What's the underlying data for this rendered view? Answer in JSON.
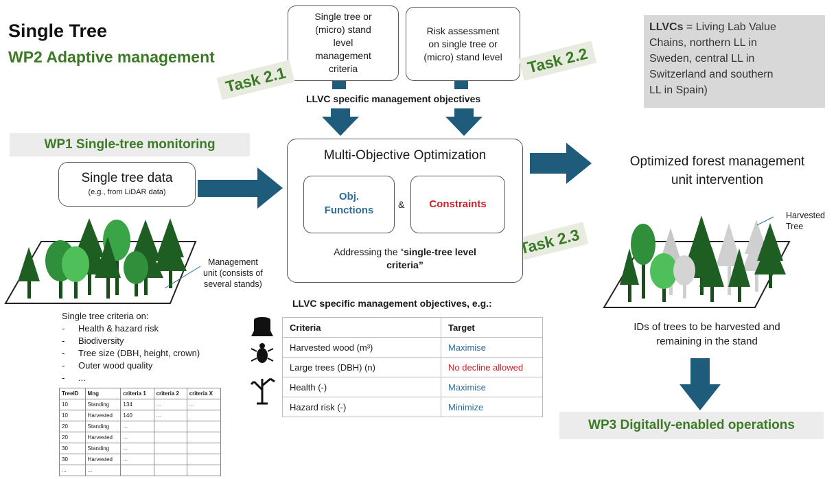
{
  "title": "Single Tree",
  "subtitle": "WP2 Adaptive management",
  "task21": {
    "line1": "Single tree or",
    "line2": "(micro) stand",
    "line3": "level",
    "line4": "management",
    "line5": "criteria"
  },
  "task22": {
    "line1": "Risk assessment",
    "line2": "on single tree or",
    "line3": "(micro) stand level"
  },
  "task_labels": {
    "t21": "Task 2.1",
    "t22": "Task 2.2",
    "t23": "Task 2.3"
  },
  "llvc_objectives_label": "LLVC specific management objectives",
  "llvc_note": {
    "bold": "LLVCs",
    "rest1": " = Living Lab Value",
    "line2": "Chains, northern LL in",
    "line3": "Sweden, central LL in",
    "line4": "Switzerland and southern",
    "line5": "LL in Spain)"
  },
  "wp1": "WP1 Single-tree monitoring",
  "single_tree_data": {
    "title": "Single tree data",
    "sub": "(e.g., from LiDAR data)"
  },
  "moo": {
    "title": "Multi-Objective Optimization",
    "obj1": "Obj.",
    "obj2": "Functions",
    "amp": "&",
    "constraints": "Constraints",
    "addr1": "Addressing the “",
    "addr_bold1": "single-tree level",
    "addr_bold2": "criteria",
    "addr_end": "”"
  },
  "optimized": {
    "line1": "Optimized forest management",
    "line2": "unit intervention"
  },
  "harvested_tree": {
    "line1": "Harvested",
    "line2": "Tree"
  },
  "mgmt_unit": {
    "line1": "Management",
    "line2": "unit (consists of",
    "line3": "several stands)"
  },
  "criteria_list": {
    "heading": "Single tree criteria on:",
    "items": [
      "Health & hazard risk",
      "Biodiversity",
      "Tree size (DBH, height, crown)",
      "Outer wood quality",
      "..."
    ]
  },
  "small_table": {
    "headers": [
      "TreeID",
      "Mng",
      "criteria 1",
      "criteria 2",
      "criteria X"
    ],
    "rows": [
      [
        "10",
        "Standing",
        "134",
        "...",
        "..."
      ],
      [
        "10",
        "Harvested",
        "140",
        "...",
        ""
      ],
      [
        "20",
        "Standing",
        "...",
        "",
        ""
      ],
      [
        "20",
        "Harvested",
        "...",
        "",
        ""
      ],
      [
        "30",
        "Standing",
        "...",
        "",
        ""
      ],
      [
        "30",
        "Harvested",
        "...",
        "",
        ""
      ],
      [
        "...",
        "...",
        "",
        "",
        ""
      ]
    ]
  },
  "objectives_table": {
    "heading": "LLVC specific management objectives, e.g.:",
    "headers": [
      "Criteria",
      "Target"
    ],
    "rows": [
      {
        "criteria": "Harvested wood (m³)",
        "target": "Maximise",
        "color": "#2e6e98"
      },
      {
        "criteria": "Large trees (DBH) (n)",
        "target": "No decline allowed",
        "color": "#d0202a"
      },
      {
        "criteria": "Health (-)",
        "target": "Maximise",
        "color": "#2e6e98"
      },
      {
        "criteria": "Hazard risk (-)",
        "target": "Minimize",
        "color": "#2e6e98"
      }
    ]
  },
  "ids_text": {
    "line1": "IDs of trees to be harvested and",
    "line2": "remaining in the stand"
  },
  "wp3": "WP3 Digitally-enabled operations",
  "colors": {
    "green": "#3c7a25",
    "arrow": "#1f5b7a",
    "obj_blue": "#2e6e98",
    "constraint_red": "#d0202a"
  }
}
